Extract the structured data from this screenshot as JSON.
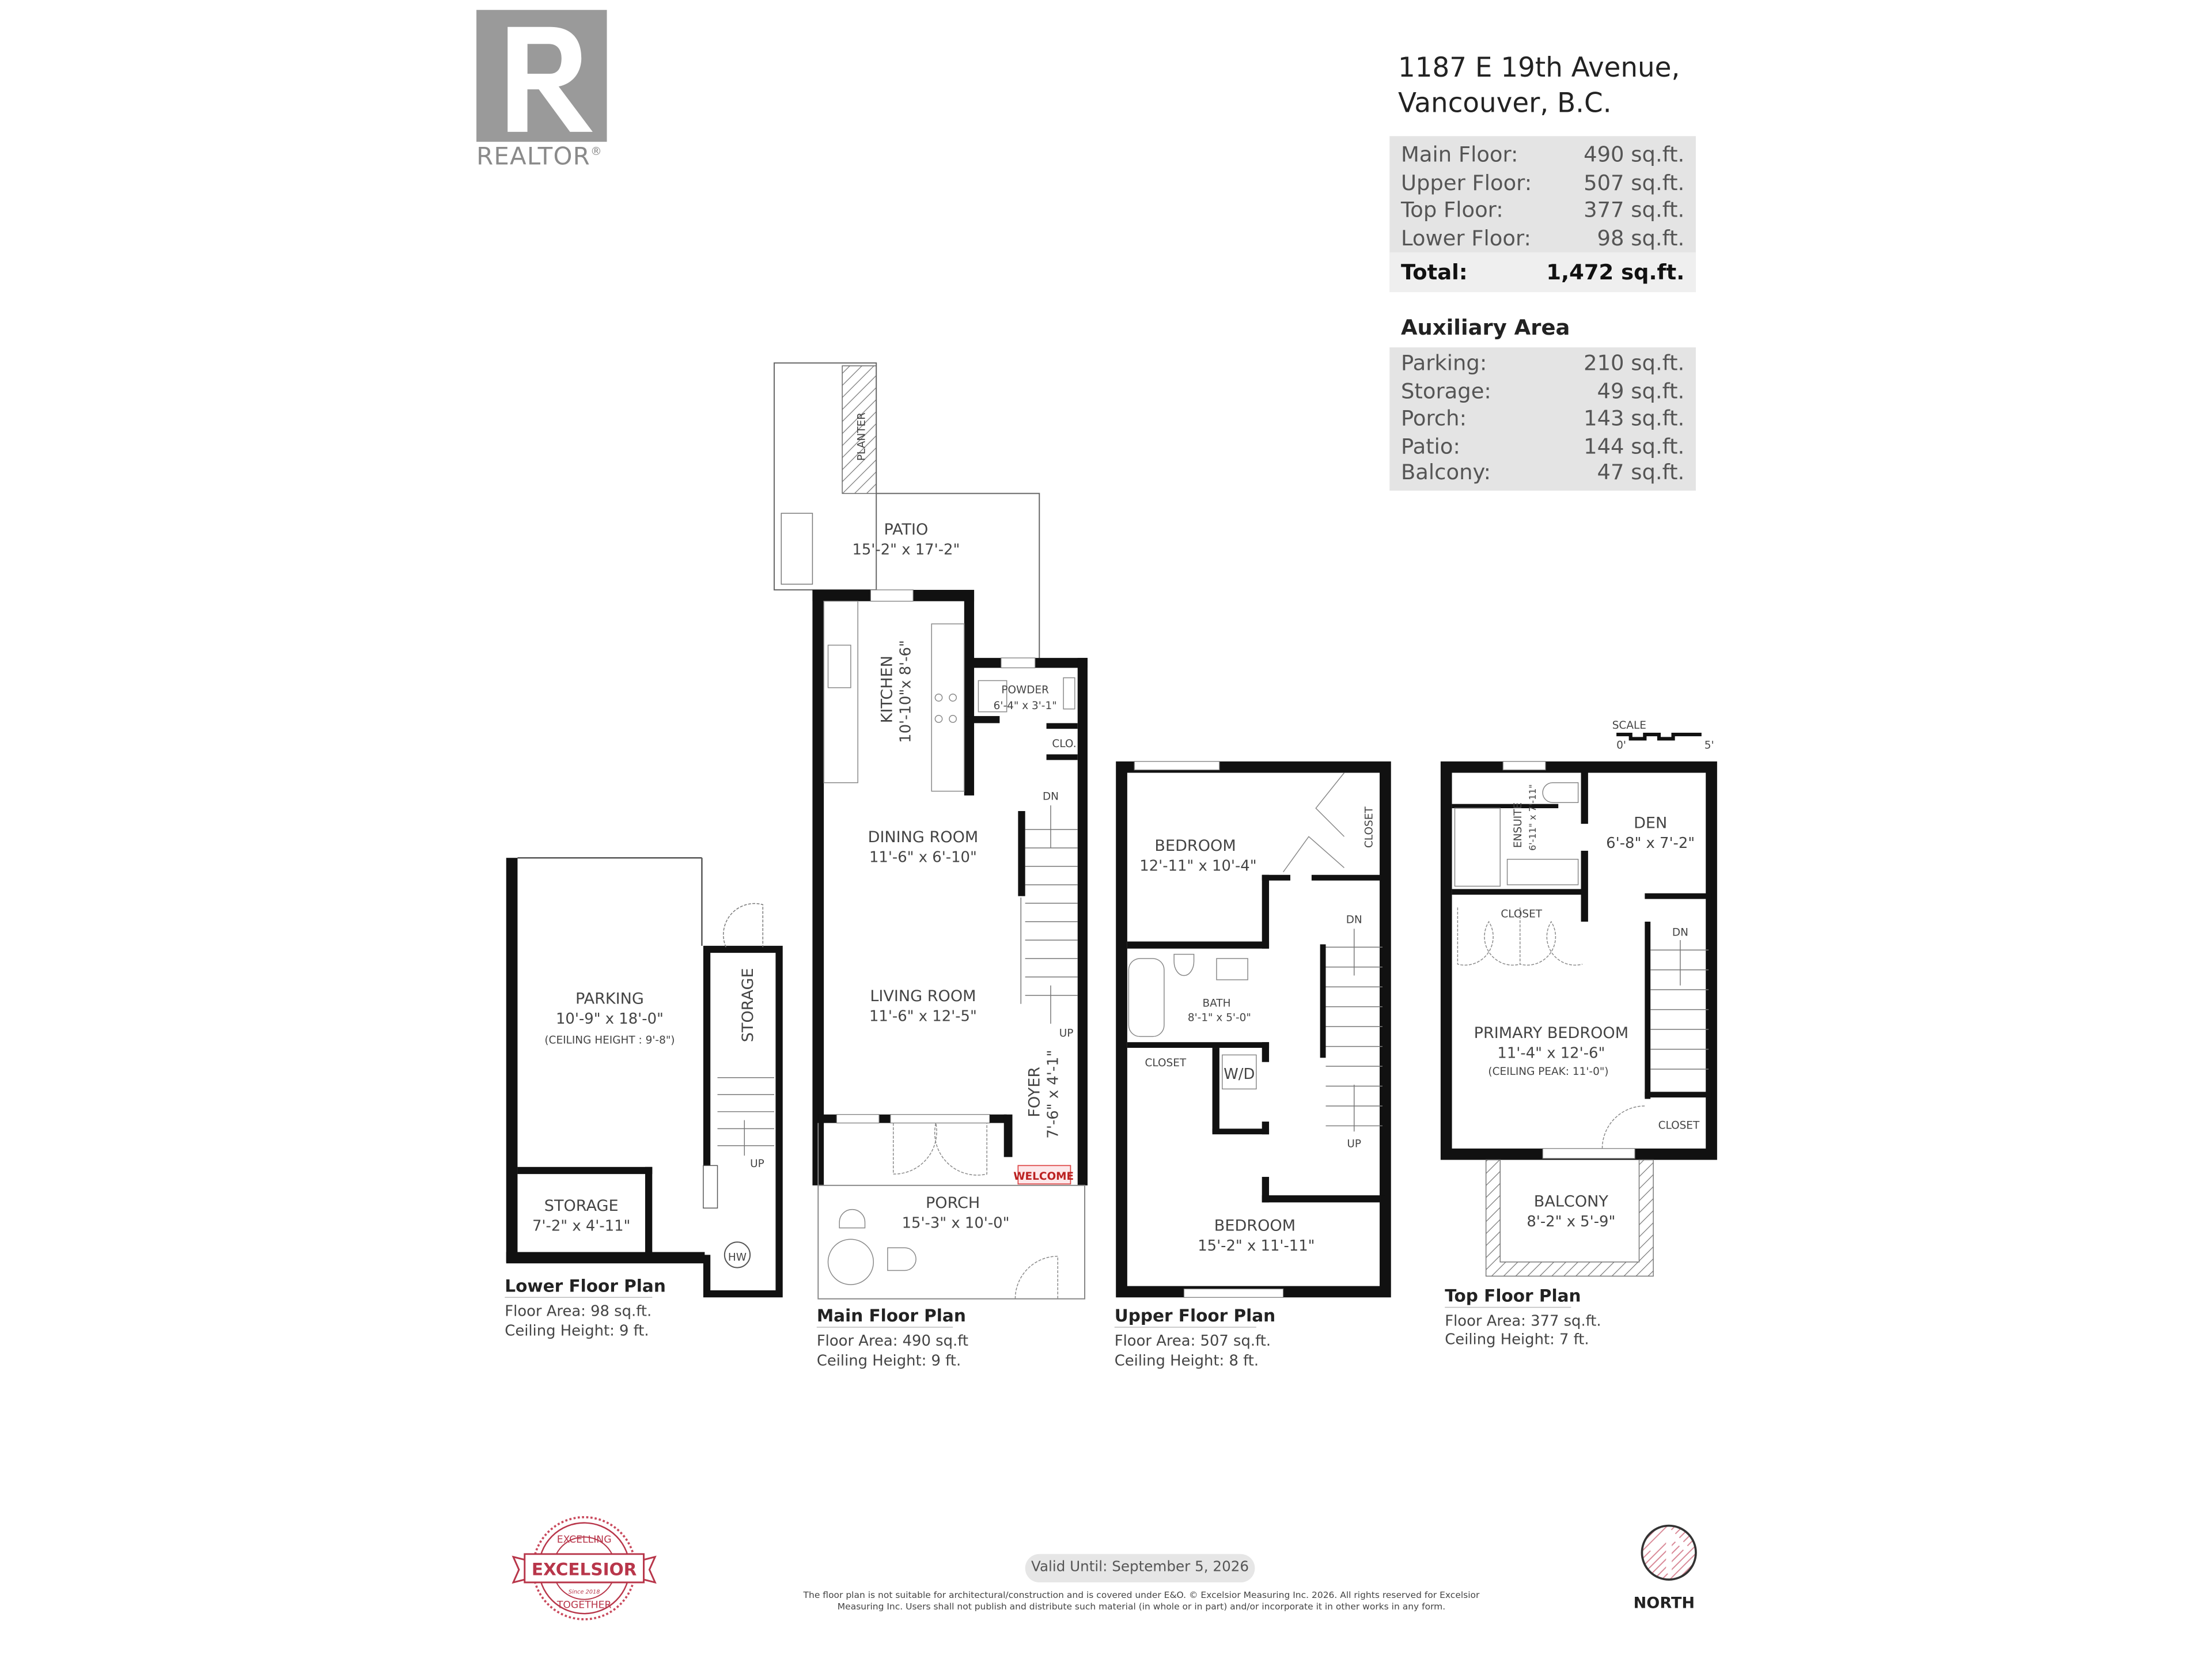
{
  "logo": {
    "brand": "REALTOR",
    "mark": "R",
    "color": "#9a9a9a"
  },
  "address": {
    "line1": "1187 E 19th Avenue,",
    "line2": "Vancouver, B.C."
  },
  "floor_areas": {
    "rows": [
      {
        "label": "Main Floor:",
        "value": "490 sq.ft."
      },
      {
        "label": "Upper Floor:",
        "value": "507 sq.ft."
      },
      {
        "label": "Top Floor:",
        "value": "377 sq.ft."
      },
      {
        "label": "Lower Floor:",
        "value": "98 sq.ft."
      }
    ],
    "total": {
      "label": "Total:",
      "value": "1,472 sq.ft."
    }
  },
  "auxiliary": {
    "heading": "Auxiliary Area",
    "rows": [
      {
        "label": "Parking:",
        "value": "210 sq.ft."
      },
      {
        "label": "Storage:",
        "value": "49 sq.ft."
      },
      {
        "label": "Porch:",
        "value": "143 sq.ft."
      },
      {
        "label": "Patio:",
        "value": "144 sq.ft."
      },
      {
        "label": "Balcony:",
        "value": "47 sq.ft."
      }
    ]
  },
  "plans": {
    "lower": {
      "title": "Lower Floor Plan",
      "area": "Floor Area: 98 sq.ft.",
      "ceiling": "Ceiling Height: 9 ft.",
      "parking": {
        "name": "PARKING",
        "dims": "10'-9\" x 18'-0\"",
        "note": "(CEILING HEIGHT : 9'-8\")"
      },
      "storage": {
        "name": "STORAGE",
        "dims": "7'-2\" x 4'-11\""
      },
      "storage2": "STORAGE",
      "up": "UP",
      "hw": "HW"
    },
    "main": {
      "title": "Main Floor Plan",
      "area": "Floor Area: 490 sq.ft",
      "ceiling": "Ceiling Height: 9 ft.",
      "patio": {
        "name": "PATIO",
        "dims": "15'-2\" x 17'-2\""
      },
      "planter": "PLANTER",
      "kitchen": {
        "name": "KITCHEN",
        "dims": "10'-10\"x 8'-6\""
      },
      "powder": {
        "name": "POWDER",
        "dims": "6'-4\" x 3'-1\""
      },
      "clo": "CLO.",
      "dining": {
        "name": "DINING ROOM",
        "dims": "11'-6\" x 6'-10\""
      },
      "living": {
        "name": "LIVING ROOM",
        "dims": "11'-6\" x 12'-5\""
      },
      "foyer": {
        "name": "FOYER",
        "dims": "7'-6\" x 4'-1\""
      },
      "porch": {
        "name": "PORCH",
        "dims": "15'-3\" x 10'-0\""
      },
      "dn": "DN",
      "up": "UP",
      "welcome": "WELCOME"
    },
    "upper": {
      "title": "Upper Floor Plan",
      "area": "Floor Area: 507 sq.ft.",
      "ceiling": "Ceiling Height: 8 ft.",
      "bedroom1": {
        "name": "BEDROOM",
        "dims": "12'-11\" x 10'-4\""
      },
      "closet1": "CLOSET",
      "bath": {
        "name": "BATH",
        "dims": "8'-1\" x 5'-0\""
      },
      "closet2": "CLOSET",
      "wd": "W/D",
      "bedroom2": {
        "name": "BEDROOM",
        "dims": "15'-2\" x 11'-11\""
      },
      "dn": "DN",
      "up": "UP"
    },
    "top": {
      "title": "Top Floor Plan",
      "area": "Floor Area: 377 sq.ft.",
      "ceiling": "Ceiling Height: 7 ft.",
      "ensuite": {
        "name": "ENSUITE",
        "dims": "6'-11\" x 7'-11\""
      },
      "den": {
        "name": "DEN",
        "dims": "6'-8\" x 7'-2\""
      },
      "closet1": "CLOSET",
      "primary": {
        "name": "PRIMARY BEDROOM",
        "dims": "11'-4\" x 12'-6\"",
        "note": "(CEILING PEAK: 11'-0\")"
      },
      "closet2": "CLOSET",
      "balcony": {
        "name": "BALCONY",
        "dims": "8'-2\" x 5'-9\""
      },
      "dn": "DN"
    },
    "scale": {
      "label": "SCALE",
      "min": "0'",
      "max": "5'"
    }
  },
  "footer": {
    "valid": "Valid Until: September 5, 2026",
    "disclaimer": "The floor plan is not suitable for architectural/construction and is covered under E&O. © Excelsior Measuring Inc. 2026. All rights reserved for Excelsior Measuring Inc. Users shall not publish and distribute such material (in whole or in part) and/or incorporate it in other works in any form.",
    "seal": {
      "top": "EXCELLING",
      "middle": "EXCELSIOR",
      "since": "Since 2018",
      "bottom": "TOGETHER",
      "color": "#b8364a"
    },
    "north": "NORTH",
    "north_icon": "north-arrow-icon"
  }
}
